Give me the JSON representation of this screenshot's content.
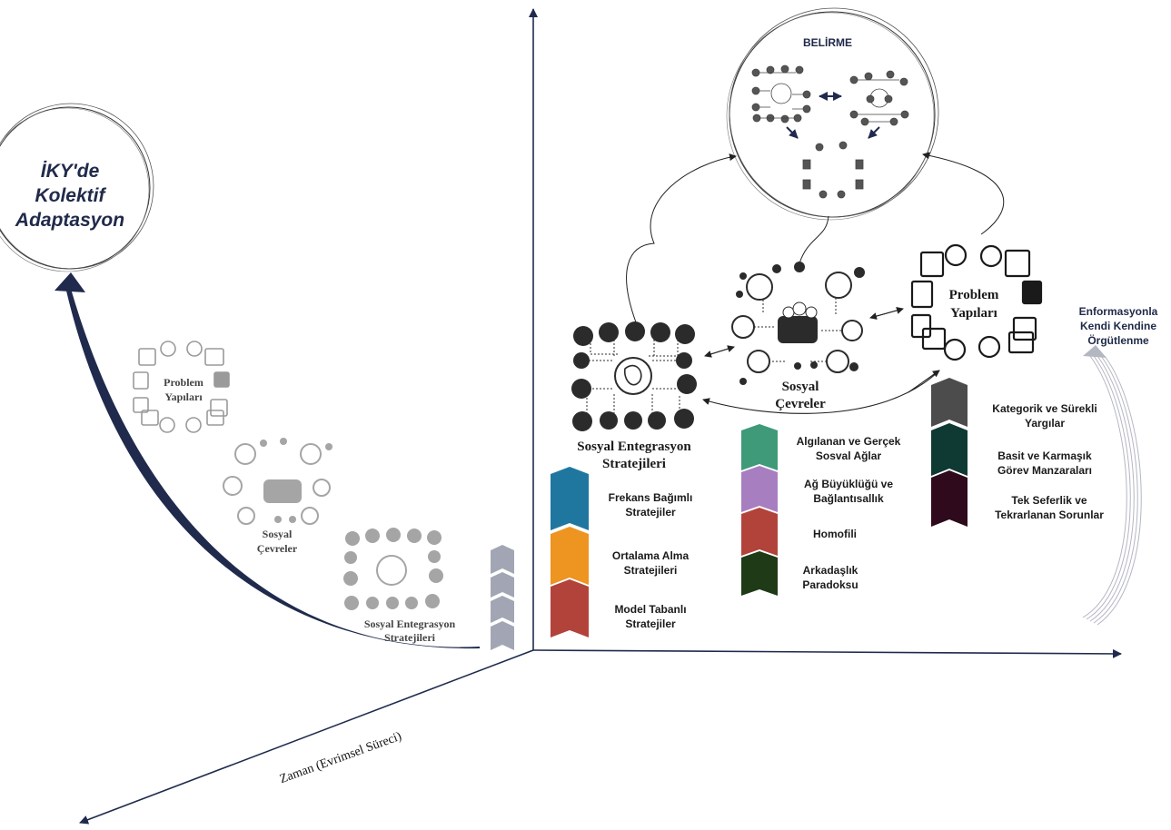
{
  "title": "İKY'de Kolektif Adaptasyon",
  "belirme": "BELİRME",
  "self_org": "Enformasyonla Kendi Kendine Örgütlenme",
  "time_axis": "Zaman (Evrimsel Süreci)",
  "nodes": {
    "integration": "Sosyal Entegrasyon Stratejileri",
    "circles": "Sosyal Çevreler",
    "problems": "Problem Yapıları"
  },
  "ghost": {
    "problems": "Problem Yapıları",
    "circles": "Sosyal Çevreler",
    "integration": "Sosyal Entegrasyon Stratejileri"
  },
  "strategies": [
    {
      "label": "Frekans Bağımlı Stratejiler",
      "color": "#1f77a0"
    },
    {
      "label": "Ortalama Alma Stratejileri",
      "color": "#ee9420"
    },
    {
      "label": "Model Tabanlı Stratejiler",
      "color": "#b2433a"
    }
  ],
  "networks": [
    {
      "label": "Algılanan ve Gerçek Sosval Ağlar",
      "color": "#3e9a78"
    },
    {
      "label": "Ağ Büyüklüğü ve Bağlantısallık",
      "color": "#a77fc0"
    },
    {
      "label": "Homofili",
      "color": "#b2433a"
    },
    {
      "label": "Arkadaşlık Paradoksu",
      "color": "#1f3a16"
    }
  ],
  "problem_types": [
    {
      "label": "Kategorik ve Sürekli Yargılar",
      "color": "#4c4c4c"
    },
    {
      "label": "Basit ve Karmaşık Görev Manzaraları",
      "color": "#0f3a33"
    },
    {
      "label": "Tek Seferlik ve Tekrarlanan Sorunlar",
      "color": "#2e0a1c"
    }
  ],
  "colors": {
    "navy": "#1f2a4d",
    "ghost_chevron": "#a2a6b4",
    "icon": "#2b2b2b"
  }
}
